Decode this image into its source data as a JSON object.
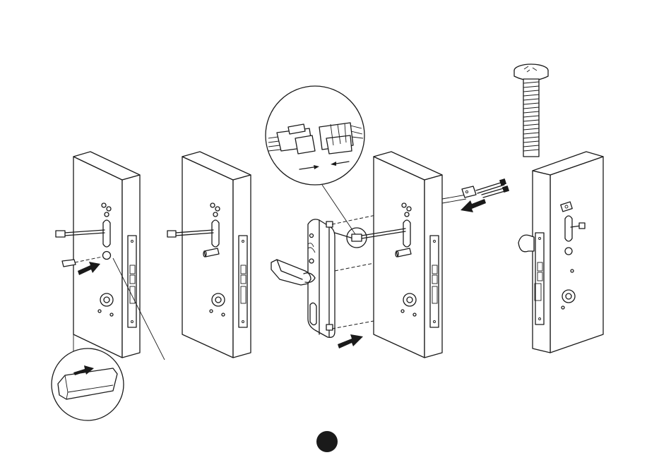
{
  "footer": {
    "text": ""
  },
  "page_badge": {
    "color": "#1a1a1a"
  },
  "colors": {
    "line": "#1a1a1a",
    "background": "#ffffff"
  },
  "steps": [
    {
      "id": "step-1",
      "name": "insert-spindle"
    },
    {
      "id": "step-2",
      "name": "spindle-inserted"
    },
    {
      "id": "step-3",
      "name": "attach-front-handle"
    },
    {
      "id": "step-4",
      "name": "fasten-back-plate"
    }
  ],
  "icons": [
    "push-arrow-icon",
    "connector-detail-icon",
    "screw-detail-icon",
    "spindle-detail-icon"
  ]
}
